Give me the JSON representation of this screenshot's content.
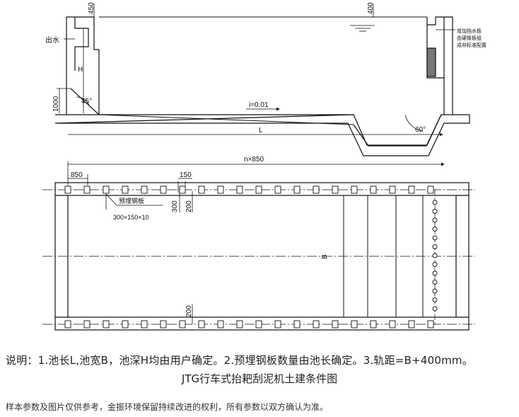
{
  "elevation": {
    "dim_top_left": "450",
    "dim_top_right": "400",
    "outlet_label": "出水",
    "depth_label": "H",
    "dim_bottom_left": "1000",
    "angle_left": "45°",
    "slope_label": "i=0.01",
    "length_label": "L",
    "angle_right": "60°",
    "note_lines": [
      "增加挡水板",
      "由硬橡板组",
      "成非标准配置"
    ]
  },
  "plan": {
    "dim_total": "n×850",
    "dim_spacing": "850",
    "dim_plate_width": "150",
    "dim_plate_height": "300",
    "dim_offset_top": "200",
    "dim_offset_bottom": "200",
    "plate_label": "预埋钢板",
    "plate_size": "300×150×10",
    "width_label": "B"
  },
  "captions": {
    "notes": "说明：1.池长L,池宽B，池深H均由用户确定。2.预埋钢板数量由池长确定。3.轨距=B+400mm。",
    "title": "JTG行车式抬耙刮泥机土建条件图",
    "disclaimer": "样本参数及图片仅供参考，金振环境保留持续改进的权利，所有参数以双方确认为准。"
  }
}
